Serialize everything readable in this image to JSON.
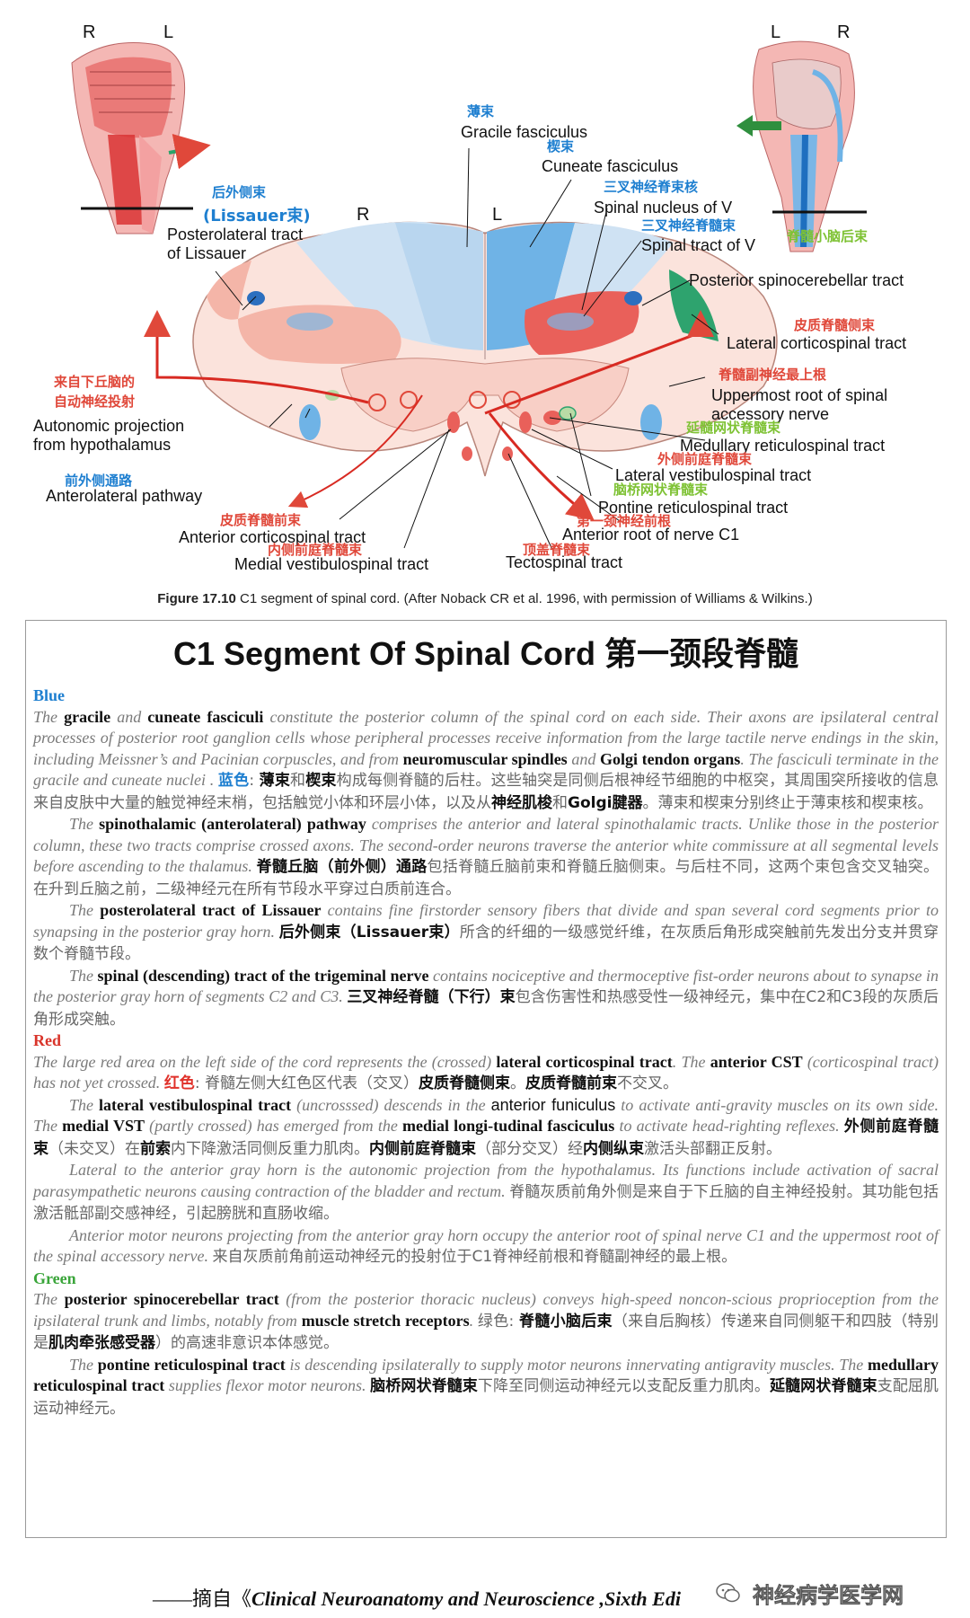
{
  "figure": {
    "left_inset_labels": {
      "r": "R",
      "l": "L"
    },
    "right_inset_labels": {
      "l": "L",
      "r": "R"
    },
    "main_labels": {
      "r": "R",
      "l": "L"
    },
    "labels": {
      "gracile_zh": "薄束",
      "gracile_en": "Gracile fasciculus",
      "cuneate_zh": "楔束",
      "cuneate_en": "Cuneate fasciculus",
      "spinal_nucleus_zh": "三叉神经脊束核",
      "spinal_nucleus_en": "Spinal nucleus of V",
      "spinal_tract_zh": "三叉神经脊髓束",
      "spinal_tract_en": "Spinal tract of V",
      "post_spinocereb_zh": "脊髓小脑后束",
      "post_spinocereb_en": "Posterior spinocerebellar tract",
      "lateral_cst_zh": "皮质脊髓侧束",
      "lateral_cst_en": "Lateral corticospinal tract",
      "uppermost_root_zh": "脊髓副神经最上根",
      "uppermost_root_en1": "Uppermost root of spinal",
      "uppermost_root_en2": "accessory nerve",
      "medullary_rst_zh": "延髓网状脊髓束",
      "medullary_rst_en": "Medullary reticulospinal tract",
      "lateral_vst_zh": "外侧前庭脊髓束",
      "lateral_vst_en": "Lateral vestibulospinal tract",
      "pontine_rst_zh": "脑桥网状脊髓束",
      "pontine_rst_en": "Pontine reticulospinal tract",
      "anterior_root_zh": "第一颈神经前根",
      "anterior_root_en": "Anterior root of nerve C1",
      "tectospinal_zh": "顶盖脊髓束",
      "tectospinal_en": "Tectospinal tract",
      "medial_vst_zh": "内侧前庭脊髓束",
      "medial_vst_en": "Medial vestibulospinal tract",
      "anterior_cst_zh": "皮质脊髓前束",
      "anterior_cst_en": "Anterior corticospinal tract",
      "anterolateral_zh": "前外侧通路",
      "anterolateral_en": "Anterolateral pathway",
      "autonomic_zh1": "来自下丘脑的",
      "autonomic_zh2": "自动神经投射",
      "autonomic_en1": "Autonomic projection",
      "autonomic_en2": "from hypothalamus",
      "lissauer_zh1": "后外侧束",
      "lissauer_zh2": "(Lissauer束)",
      "lissauer_en1": "Posterolateral tract",
      "lissauer_en2": "of Lissauer"
    },
    "caption_label": "Figure 17.10",
    "caption_text": "C1 segment of spinal cord. (After Noback CR et al. 1996, with permission of Williams & Wilkins.)",
    "colors": {
      "blue": "#6fb3e6",
      "light_blue": "#c8def2",
      "red": "#e9605a",
      "pink": "#f6c9c0",
      "cord": "#fbe3dc",
      "green": "#3aa56a"
    }
  },
  "box": {
    "title": "C1 Segment Of Spinal Cord 第一颈段脊髓",
    "sections": {
      "blue": "Blue",
      "red": "Red",
      "green": "Green"
    },
    "p1": {
      "t1": "The ",
      "k1": "gracile",
      "t2": " and ",
      "k2": "cuneate fasciculi",
      "t3": " constitute the posterior column of the spinal cord on each side. Their axons are ipsilateral central processes of posterior root ganglion cells whose peripheral processes receive information from the large tactile nerve endings in the skin, including Meissner’s and Pacinian corpuscles, and from ",
      "k3": "neuromuscular spindles",
      "t4": " and ",
      "k4": "Golgi tendon organs",
      "t5": ". The fasciculi terminate in the gracile and cuneate nuclei . ",
      "z_blue": "蓝色",
      "z1": ": ",
      "z_k1": "薄束",
      "z2": "和",
      "z_k2": "楔束",
      "z3": "构成每侧脊髓的后柱。这些轴突是同侧后根神经节细胞的中枢突，其周围突所接收的信息来自皮肤中大量的触觉神经末梢，包括触觉小体和环层小体，以及从",
      "z_k3": "神经肌梭",
      "z4": "和",
      "z_k4": "Golgi腱器",
      "z5": "。薄束和楔束分别终止于薄束核和楔束核。"
    },
    "p2": {
      "t1": "The ",
      "k1": "spinothalamic (anterolateral) pathway",
      "t2": " comprises the anterior and lateral spinothalamic tracts. Unlike those in the posterior column, these two tracts comprise crossed axons. The second-order neurons traverse the anterior white commissure at all segmental levels before ascending to the thalamus. ",
      "z_k1": "脊髓丘脑（前外侧）通路",
      "z1": "包括脊髓丘脑前束和脊髓丘脑侧束。与后柱不同，这两个束包含交叉轴突。在升到丘脑之前，二级神经元在所有节段水平穿过白质前连合。"
    },
    "p3": {
      "t1": "The ",
      "k1": "posterolateral tract of Lissauer",
      "t2": " contains fine firstorder sensory fibers that divide and span several cord segments prior to synapsing in the posterior gray horn. ",
      "z_k1": "后外侧束（Lissauer束）",
      "z1": "所含的纤细的一级感觉纤维，在灰质后角形成突触前先发出分支并贯穿数个脊髓节段。"
    },
    "p4": {
      "t1": "The ",
      "k1": "spinal (descending) tract of the trigeminal nerve",
      "t2": " contains nociceptive and thermoceptive fist-order neurons about to synapse in the posterior gray horn of segments C2 and C3. ",
      "z_k1": "三叉神经脊髓（下行）束",
      "z1": "包含伤害性和热感受性一级神经元，集中在C2和C3段的灰质后角形成突触。"
    },
    "p5": {
      "t1": "The large red area on the left side of the cord represents the (crossed) ",
      "k1": "lateral corticospinal tract",
      "t2": ". The ",
      "k2": "anterior CST",
      "t3": " (corticospinal tract)   has not yet crossed. ",
      "z_red": "红色",
      "z1": ":  脊髓左侧大红色区代表（交叉）",
      "z_k1": "皮质脊髓侧束",
      "z2": "。",
      "z_k2": "皮质脊髓前束",
      "z3": "不交叉。"
    },
    "p6": {
      "t1": "The ",
      "k1": "lateral vestibulospinal tract",
      "t2": " (uncrosssed) descends in the ",
      "k_plain1": "anterior funiculus",
      "t3": " to activate anti-gravity muscles on its own side. The ",
      "k2": "medial VST",
      "t4": " (partly crossed) has emerged from the ",
      "k3": "medial longi-tudinal fasciculus",
      "t5": " to activate head-righting reflexes. ",
      "z_k1": "外侧前庭脊髓束",
      "z1": "（未交叉）在",
      "z_k2": "前索",
      "z2": "内下降激活同侧反重力肌肉。",
      "z_k3": "内侧前庭脊髓束",
      "z3": "（部分交叉）经",
      "z_k4": "内侧纵束",
      "z4": "激活头部翻正反射。"
    },
    "p7": {
      "t1": "Lateral to the anterior gray horn is the autonomic projection from the hypothalamus. Its functions include activation of sacral parasympathetic neurons causing contraction of the bladder and rectum. ",
      "z1": "脊髓灰质前角外侧是来自于下丘脑的自主神经投射。其功能包括激活骶部副交感神经，引起膀胱和直肠收缩。"
    },
    "p8": {
      "t1": "Anterior motor neurons projecting from the anterior gray horn occupy the anterior root of spinal nerve C1 and the uppermost root of the spinal accessory nerve. ",
      "z1": "来自灰质前角前运动神经元的投射位于C1脊神经前根和脊髓副神经的最上根。"
    },
    "p9": {
      "t1": "The ",
      "k1": "posterior spinocerebellar tract",
      "t2": " (from the posterior thoracic nucleus) conveys high-speed noncon-scious proprioception from the ipsilateral trunk and limbs, notably from ",
      "k2": "muscle stretch receptors",
      "t3": ". ",
      "z0": "绿色:  ",
      "z_k1": "脊髓小脑后束",
      "z1": "（来自后胸核）传递来自同侧躯干和四肢（特别是",
      "z_k2": "肌肉牵张感受器",
      "z2": "）的高速非意识本体感觉。"
    },
    "p10": {
      "t1": "The ",
      "k1": "pontine reticulospinal tract",
      "t2": " is descending ipsilaterally to supply motor neurons innervating antigravity muscles. The ",
      "k2": "medullary reticulospinal tract",
      "t3": " supplies flexor motor neurons. ",
      "z_k1": "脑桥网状脊髓束",
      "z1": "下降至同侧运动神经元以支配反重力肌肉。",
      "z_k2": "延髓网状脊髓束",
      "z2": "支配屈肌运动神经元。"
    }
  },
  "footer": {
    "prefix": "——摘自《",
    "title": "Clinical Neuroanatomy and Neuroscience ,Sixth Edi",
    "watermark": "神经病学医学网"
  }
}
